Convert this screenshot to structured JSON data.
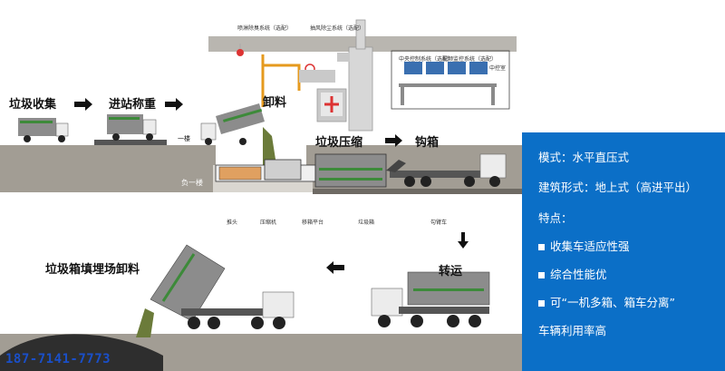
{
  "steps": {
    "collect": "垃圾收集",
    "weigh": "进站称重",
    "unload": "卸料",
    "compress": "垃圾压缩",
    "hook": "钩箱",
    "transfer": "转运",
    "landfill": "垃圾箱填埋场卸料"
  },
  "levels": {
    "ground": "一楼",
    "basement": "负一楼"
  },
  "callouts": {
    "deodor": "喷淋除臭系统（选配）",
    "dust": "抽风除尘系统（选配）",
    "monitor1": "中央控制系统（选配）",
    "monitor2": "视频监控系统（选配）",
    "control_room": "中控室"
  },
  "parts": {
    "pusher": "推头",
    "compactor": "压缩机",
    "platform": "移箱平台",
    "container": "垃圾箱",
    "hook_truck": "勾臂车"
  },
  "info": {
    "mode": "模式：水平直压式",
    "building": "建筑形式：地上式（高进平出）",
    "features_title": "特点：",
    "feature1": "收集车适应性强",
    "feature2": "综合性能优",
    "feature3": "可“一机多箱、箱车分离”",
    "feature3b": "车辆利用率高"
  },
  "phone": "187-7141-7773",
  "colors": {
    "info_bg": "#0b6fc7",
    "ground": "#9a958c",
    "container_green": "#3d8a3a",
    "duct_orange": "#e59a1e",
    "phone_blue": "#1a4fc8"
  }
}
